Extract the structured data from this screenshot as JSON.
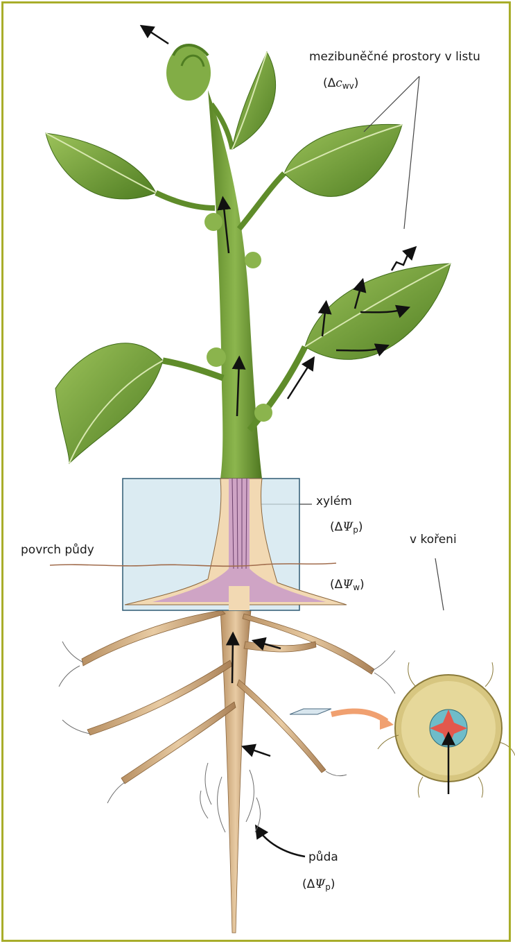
{
  "labels": {
    "leaf_spaces": "mezibuněčné prostory v listu",
    "xylem": "xylém",
    "soil_surface": "povrch půdy",
    "in_root": "v kořeni",
    "soil": "půda"
  },
  "symbols": {
    "leaf": {
      "delta": "(Δ",
      "var": "c",
      "sub": "wv",
      "close": ")"
    },
    "xylem": {
      "delta": "(Δ",
      "var": "Ψ",
      "sub": "p",
      "close": ")"
    },
    "root": {
      "delta": "(Δ",
      "var": "Ψ",
      "sub": "w",
      "close": ")"
    },
    "soil": {
      "delta": "(Δ",
      "var": "Ψ",
      "sub": "p",
      "close": ")"
    }
  },
  "colors": {
    "frame": "#a8ad2a",
    "leaf": "#7aa83c",
    "stem": "#6f9a35",
    "root": "#d6b48a",
    "xylem": "#c99ac8",
    "cutaway": "#cfe4ee",
    "section_core": "#e3584d",
    "section_ring": "#6fbcc9"
  }
}
